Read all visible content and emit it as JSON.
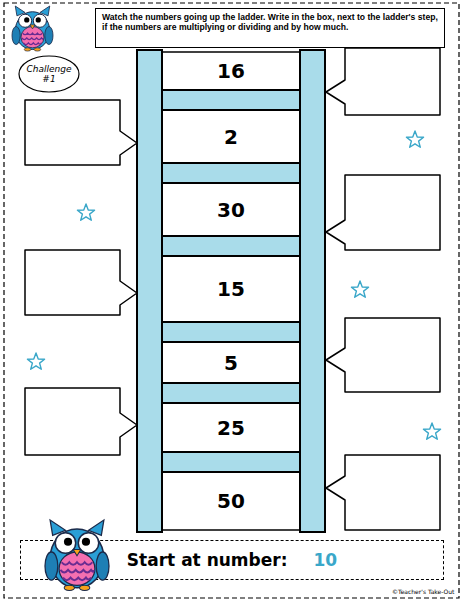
{
  "diagram": {
    "nodes": [
      {
        "text": [
          "Watch the numbers going up the ladder. Write in the box, next to the ladder's step, if the numbers are multiplying or dividing and by how much."
        ]
      },
      {
        "text": [
          "Challenge #1"
        ]
      },
      {
        "text": [
          "16"
        ]
      },
      {
        "text": [
          "2"
        ]
      },
      {
        "text": [
          "30"
        ]
      },
      {
        "text": [
          "15"
        ]
      },
      {
        "text": [
          "5"
        ]
      },
      {
        "text": [
          "25"
        ]
      },
      {
        "text": [
          "50"
        ]
      },
      {
        "text": [
          "Start at number:",
          "10"
        ]
      }
    ],
    "labels": [
      "©Teacher's Take-Out"
    ]
  }
}
